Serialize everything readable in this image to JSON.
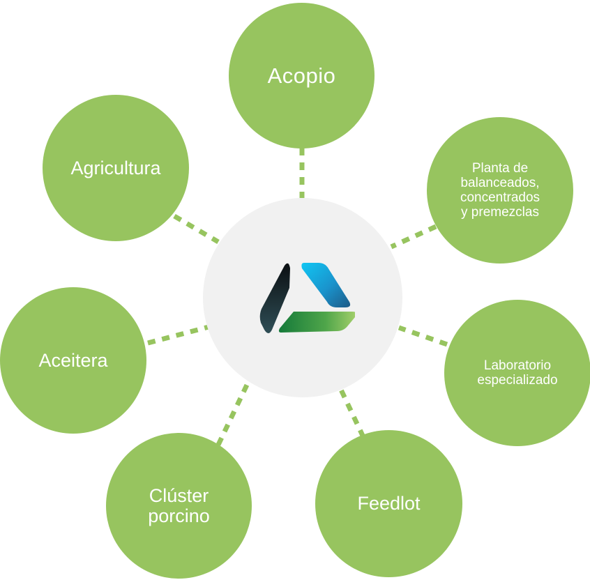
{
  "colors": {
    "node_fill": "#97c45f",
    "node_text": "#ffffff",
    "hub_fill": "#f1f1f1",
    "connector": "#97c45f",
    "logo_dark": "#15282d",
    "logo_blue": "#17b4ea",
    "logo_green": "#1f8a3b"
  },
  "hub": {
    "logo_icon": "triangle-logo-icon"
  },
  "nodes": [
    {
      "id": "acopio",
      "label": "Acopio"
    },
    {
      "id": "planta",
      "label": "Planta de\nbalanceados,\nconcentrados\ny premezclas"
    },
    {
      "id": "laboratorio",
      "label": "Laboratorio\nespecializado"
    },
    {
      "id": "feedlot",
      "label": "Feedlot"
    },
    {
      "id": "cluster",
      "label": "Clúster\nporcino"
    },
    {
      "id": "aceitera",
      "label": "Aceitera"
    },
    {
      "id": "agricultura",
      "label": "Agricultura"
    }
  ]
}
